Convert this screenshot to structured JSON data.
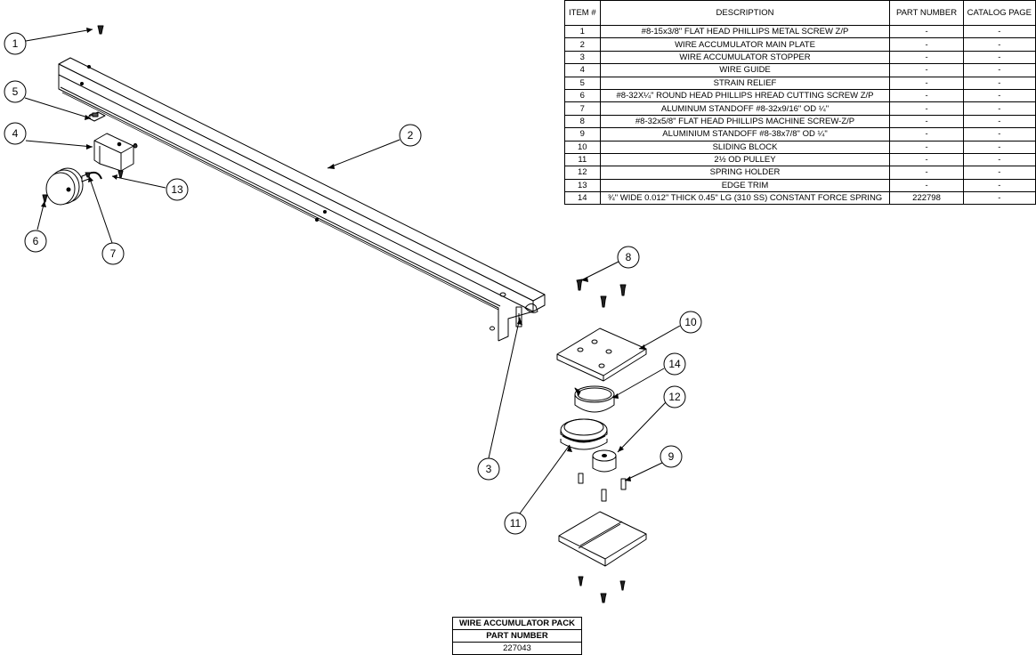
{
  "bom": {
    "headers": {
      "item": "ITEM #",
      "description": "DESCRIPTION",
      "part_number": "PART NUMBER",
      "catalog_page": "CATALOG PAGE"
    },
    "rows": [
      {
        "item": "1",
        "description": "#8-15x3/8\" FLAT HEAD PHILLIPS METAL SCREW Z/P",
        "part_number": "-",
        "catalog_page": "-"
      },
      {
        "item": "2",
        "description": "WIRE ACCUMULATOR MAIN PLATE",
        "part_number": "-",
        "catalog_page": "-"
      },
      {
        "item": "3",
        "description": "WIRE ACCUMULATOR STOPPER",
        "part_number": "-",
        "catalog_page": "-"
      },
      {
        "item": "4",
        "description": "WIRE GUIDE",
        "part_number": "-",
        "catalog_page": "-"
      },
      {
        "item": "5",
        "description": "STRAIN RELIEF",
        "part_number": "-",
        "catalog_page": "-"
      },
      {
        "item": "6",
        "description": "#8-32X¼\" ROUND HEAD PHILLIPS HREAD CUTTING SCREW Z/P",
        "part_number": "-",
        "catalog_page": "-"
      },
      {
        "item": "7",
        "description": "ALUMINUM STANDOFF #8-32x9/16\" OD ¼\"",
        "part_number": "-",
        "catalog_page": "-"
      },
      {
        "item": "8",
        "description": "#8-32x5/8\" FLAT HEAD PHILLIPS MACHINE SCREW-Z/P",
        "part_number": "-",
        "catalog_page": "-"
      },
      {
        "item": "9",
        "description": "ALUMINIUM STANDOFF #8-38x7/8\" OD ¼\"",
        "part_number": "-",
        "catalog_page": "-"
      },
      {
        "item": "10",
        "description": "SLIDING BLOCK",
        "part_number": "-",
        "catalog_page": "-"
      },
      {
        "item": "11",
        "description": "2½ OD PULLEY",
        "part_number": "-",
        "catalog_page": "-"
      },
      {
        "item": "12",
        "description": "SPRING HOLDER",
        "part_number": "-",
        "catalog_page": "-"
      },
      {
        "item": "13",
        "description": "EDGE TRIM",
        "part_number": "-",
        "catalog_page": "-"
      },
      {
        "item": "14",
        "description": "¾\" WIDE 0.012\" THICK 0.45\" LG (310 SS) CONSTANT FORCE SPRING",
        "part_number": "222798",
        "catalog_page": "-"
      }
    ]
  },
  "title_block": {
    "name": "WIRE ACCUMULATOR PACK",
    "part_number_label": "PART NUMBER",
    "part_number": "227043"
  },
  "balloons": [
    "1",
    "2",
    "3",
    "4",
    "5",
    "6",
    "7",
    "8",
    "9",
    "10",
    "11",
    "12",
    "13",
    "14"
  ]
}
